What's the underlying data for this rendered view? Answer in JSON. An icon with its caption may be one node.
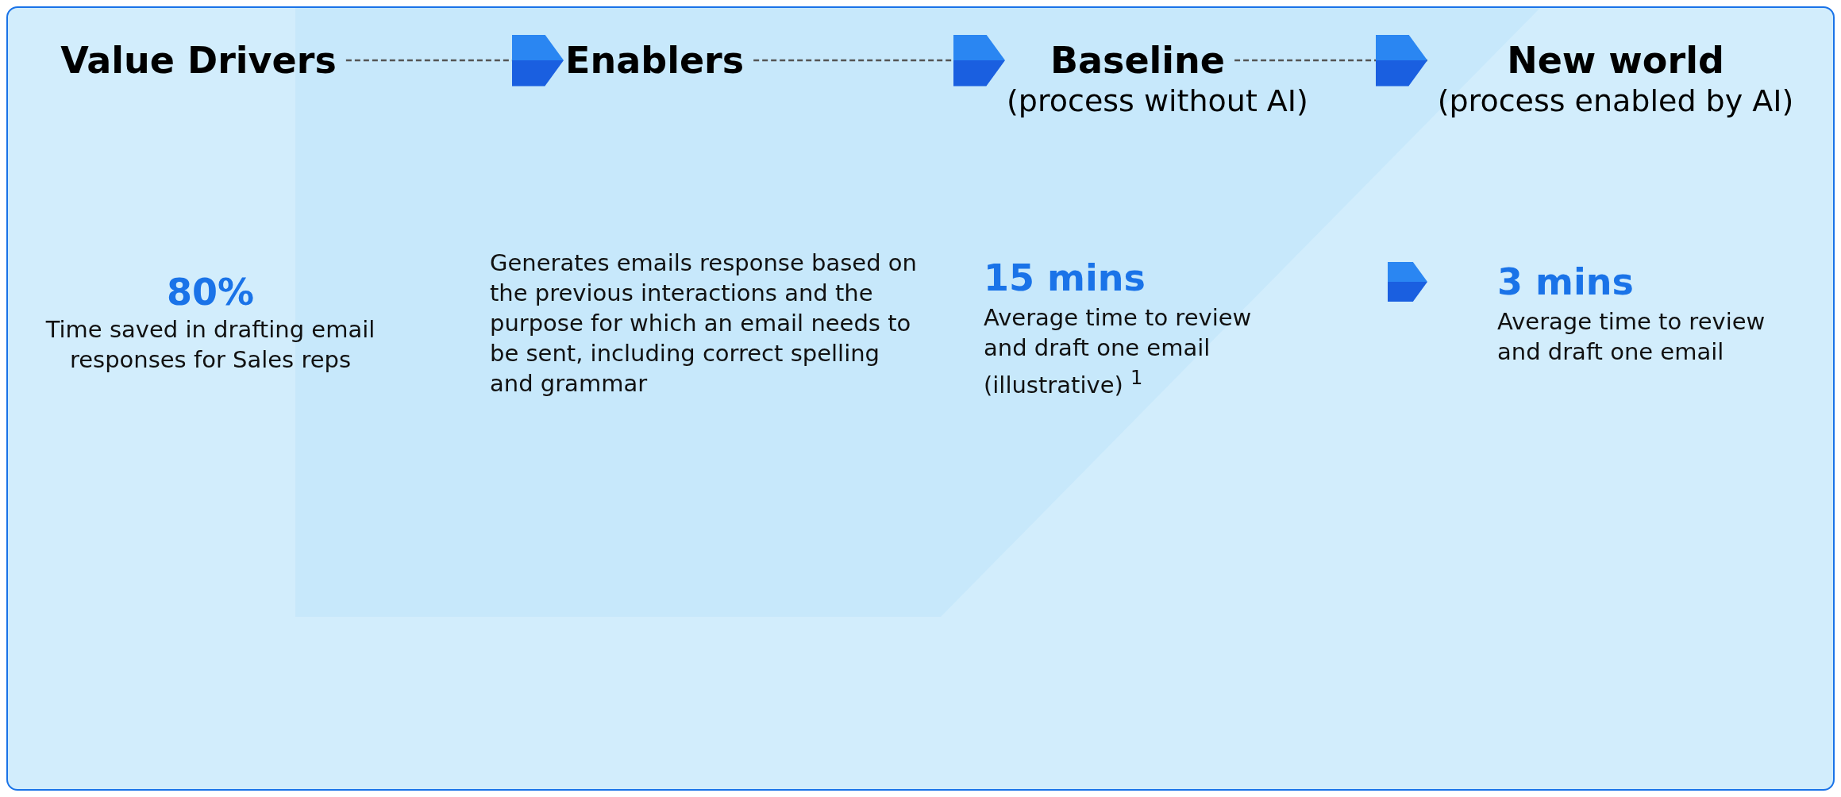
{
  "diagram": {
    "nodes": [
      {
        "text": [
          "Value Drivers"
        ]
      },
      {
        "text": [
          "Enablers"
        ]
      },
      {
        "text": [
          "Baseline",
          "(process without AI)"
        ]
      },
      {
        "text": [
          "New world",
          "(process enabled by AI)"
        ]
      }
    ],
    "edges": [
      {
        "from": 0,
        "to": 1,
        "arrow": "to",
        "style": "dashed"
      },
      {
        "from": 1,
        "to": 2,
        "arrow": "to",
        "style": "dashed"
      },
      {
        "from": 2,
        "to": 3,
        "arrow": "to",
        "style": "dashed"
      }
    ],
    "labels": [
      "80%",
      "Time saved in drafting email responses for Sales reps",
      "Generates emails response based on the previous interactions and the purpose for which an email needs to be sent, including correct spelling and grammar",
      "15 mins",
      "Average time to review and draft one email (illustrative) $^{1}$",
      "3 mins",
      "Average time to review and draft one email"
    ]
  }
}
